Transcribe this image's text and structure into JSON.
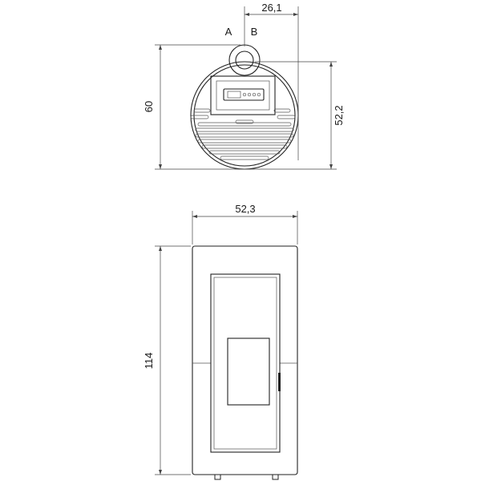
{
  "top_view": {
    "label_a": "A",
    "label_b": "B",
    "dim_flue_offset": "26,1",
    "dim_depth": "60",
    "dim_body_depth": "52,2"
  },
  "front_view": {
    "dim_width": "52,3",
    "dim_height": "114"
  }
}
